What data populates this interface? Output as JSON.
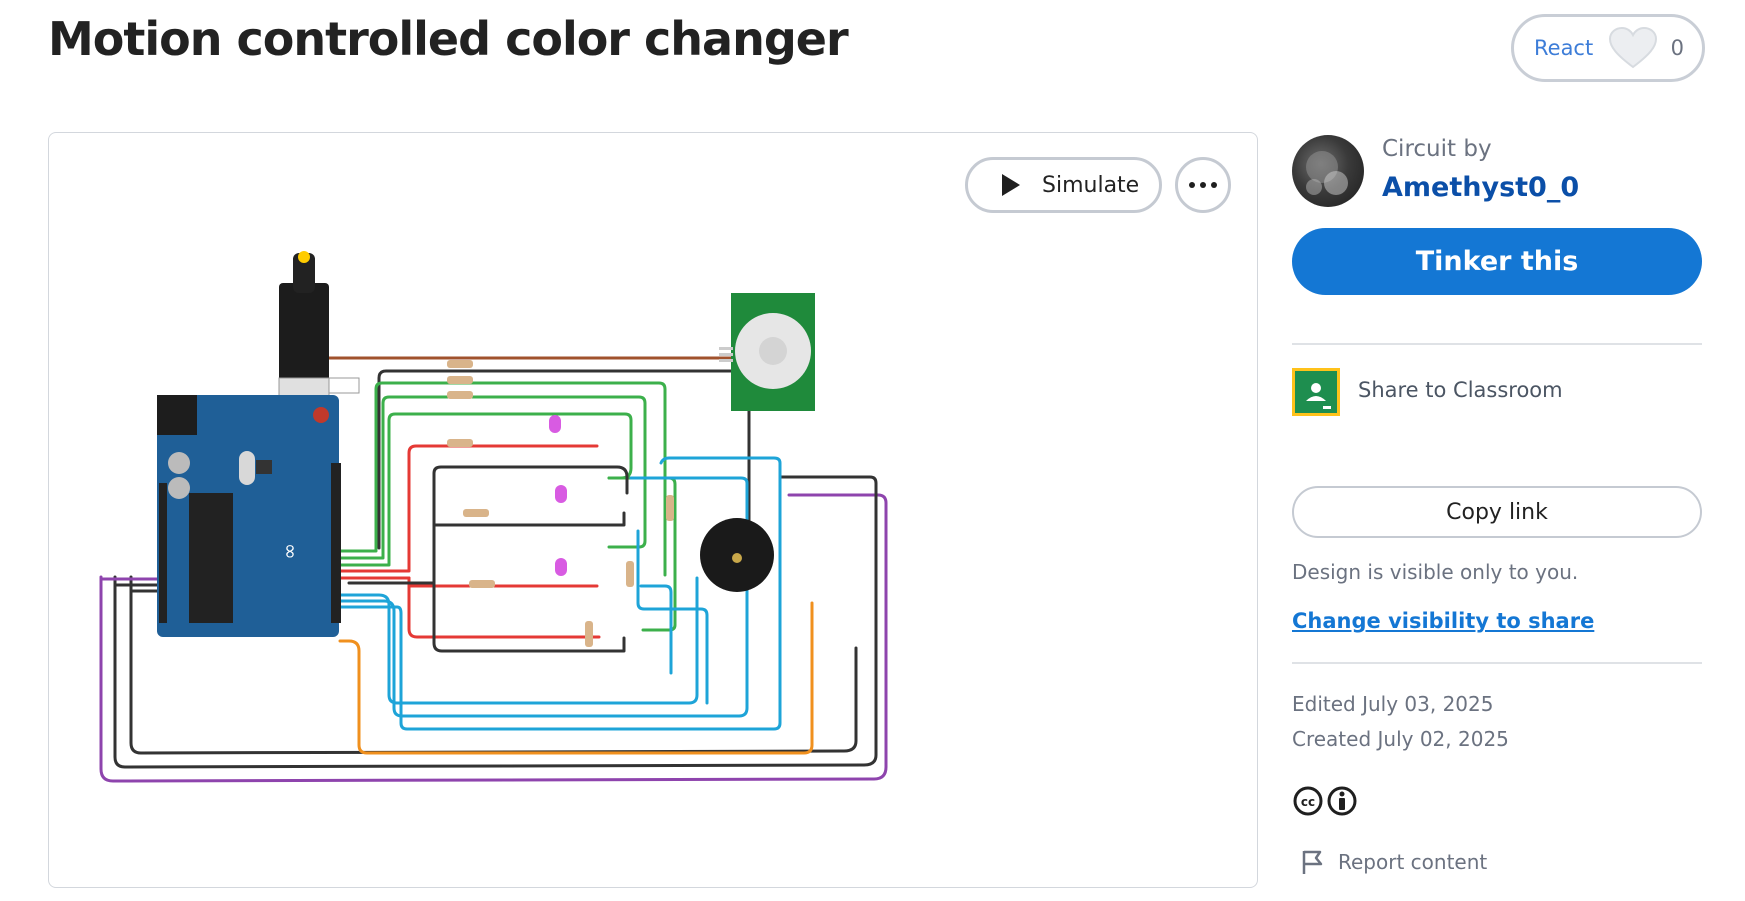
{
  "header": {
    "title": "Motion controlled color changer",
    "react": {
      "label": "React",
      "count": "0"
    }
  },
  "canvas": {
    "simulate_label": "Simulate",
    "more_icon": "more-horizontal-icon"
  },
  "sidebar": {
    "circuit_by_label": "Circuit by",
    "author": "Amethyst0_0",
    "tinker_label": "Tinker this",
    "share_classroom_label": "Share to Classroom",
    "copy_link_label": "Copy link",
    "visibility_note": "Design is visible only to you.",
    "change_visibility_label": "Change visibility to share",
    "edited": "Edited July 03, 2025",
    "created": "Created July 02, 2025",
    "license_icons": [
      "cc-icon",
      "attribution-icon"
    ],
    "report_label": "Report content"
  },
  "colors": {
    "primary": "#1477d4",
    "author_link": "#0b4fa8",
    "muted_text": "#6b7280",
    "board_blue": "#1f5f97",
    "pir_green": "#1f8a3b",
    "led_pink": "#d85be2"
  }
}
